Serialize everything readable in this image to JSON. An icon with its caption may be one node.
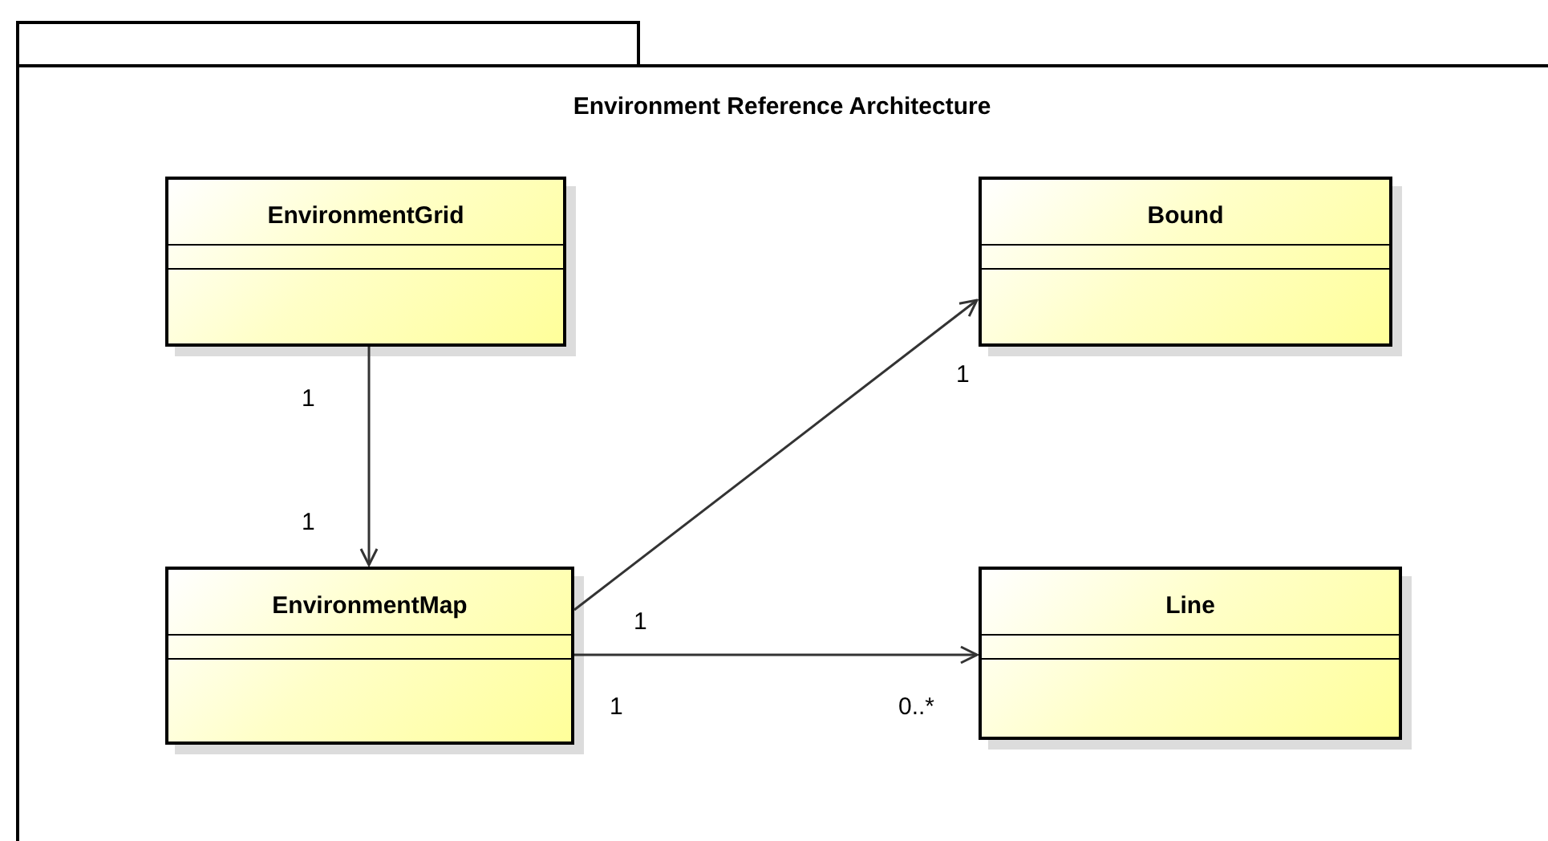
{
  "diagram": {
    "nodes": [
      {
        "text": [
          "Environment Reference Architecture"
        ]
      },
      {
        "text": [
          "EnvironmentGrid"
        ],
        "in": 0
      },
      {
        "text": [
          "Bound"
        ],
        "in": 0
      },
      {
        "text": [
          "EnvironmentMap"
        ],
        "in": 0
      },
      {
        "text": [
          "Line"
        ],
        "in": 0
      }
    ],
    "edges": [
      {
        "from": 1,
        "to": 3,
        "arrow": "to"
      },
      {
        "from": 3,
        "to": 2,
        "arrow": "to"
      },
      {
        "from": 3,
        "to": 4,
        "arrow": "to"
      }
    ],
    "labels": [
      "1",
      "1",
      "1",
      "1",
      "1",
      "0..*"
    ]
  }
}
